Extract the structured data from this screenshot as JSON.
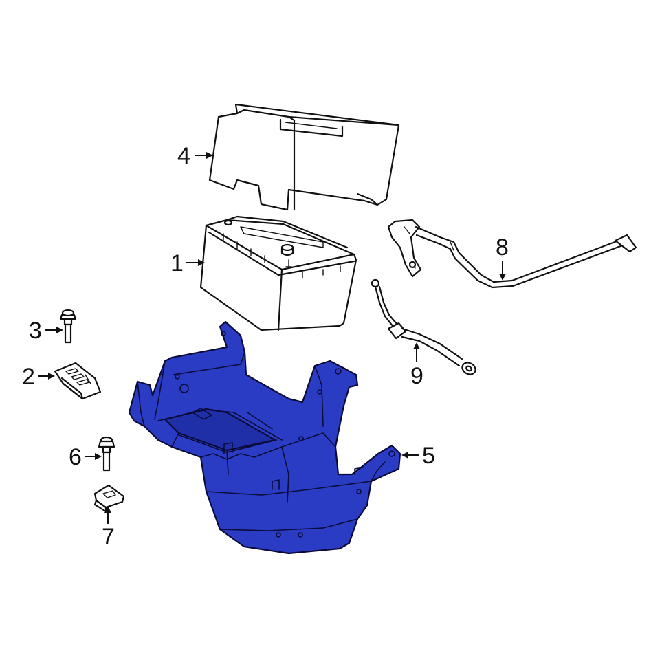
{
  "diagram": {
    "colors": {
      "highlight": "#2a3cc4",
      "highlight_dark": "#1c2a9e",
      "line": "#111111",
      "background": "#ffffff"
    },
    "parts": [
      {
        "id": "1",
        "label": "1",
        "name": "battery"
      },
      {
        "id": "2",
        "label": "2",
        "name": "battery-hold-down-clamp"
      },
      {
        "id": "3",
        "label": "3",
        "name": "hold-down-bolt"
      },
      {
        "id": "4",
        "label": "4",
        "name": "battery-insulator-cover"
      },
      {
        "id": "5",
        "label": "5",
        "name": "battery-tray",
        "highlighted": true
      },
      {
        "id": "6",
        "label": "6",
        "name": "tray-bolt"
      },
      {
        "id": "7",
        "label": "7",
        "name": "clip-nut"
      },
      {
        "id": "8",
        "label": "8",
        "name": "positive-battery-cable"
      },
      {
        "id": "9",
        "label": "9",
        "name": "negative-battery-cable"
      }
    ]
  }
}
